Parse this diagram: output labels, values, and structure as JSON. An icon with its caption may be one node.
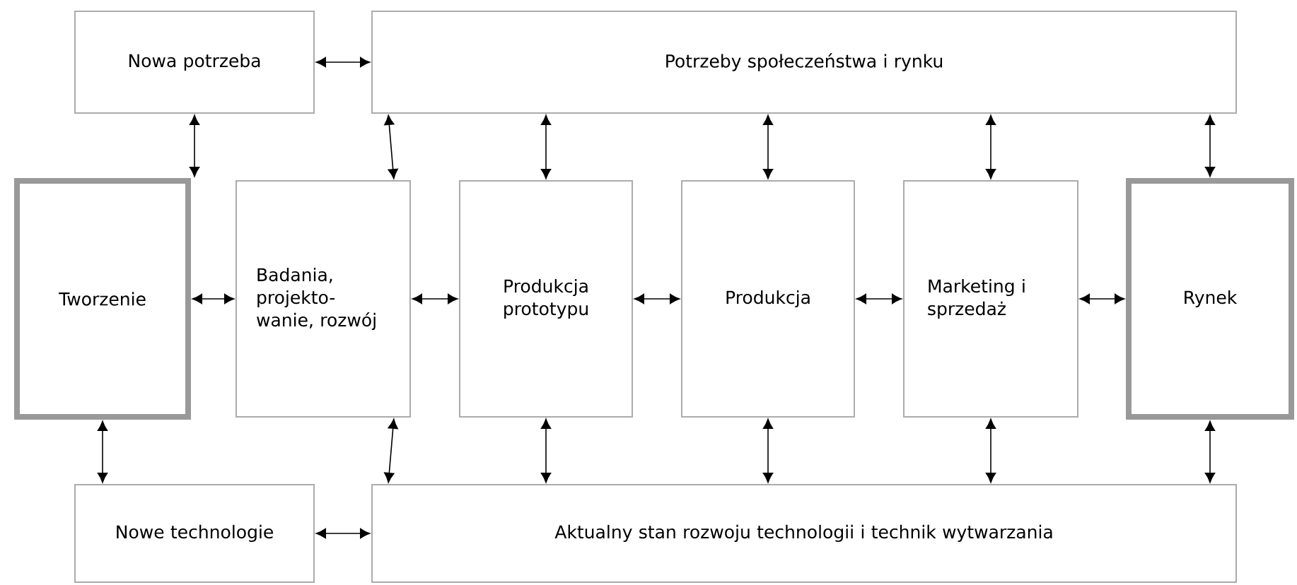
{
  "diagram": {
    "nodes": [
      {
        "text": [
          "Nowa potrzeba"
        ]
      },
      {
        "text": [
          "Potrzeby społeczeństwa i rynku"
        ]
      },
      {
        "text": [
          "Tworzenie"
        ]
      },
      {
        "text": [
          "Badania, projekto- wanie, rozwój"
        ]
      },
      {
        "text": [
          "Produkcja prototypu"
        ]
      },
      {
        "text": [
          "Produkcja"
        ]
      },
      {
        "text": [
          "Marketing i sprzedaż"
        ]
      },
      {
        "text": [
          "Rynek"
        ]
      },
      {
        "text": [
          "Nowe technologie"
        ]
      },
      {
        "text": [
          "Aktualny stan rozwoju technologii i technik wytwarzania"
        ]
      }
    ],
    "edges": [
      {
        "from": 0,
        "to": 1,
        "arrow": "both"
      },
      {
        "from": 0,
        "to": 2,
        "arrow": "both"
      },
      {
        "from": 1,
        "to": 3,
        "arrow": "both"
      },
      {
        "from": 1,
        "to": 4,
        "arrow": "both"
      },
      {
        "from": 1,
        "to": 5,
        "arrow": "both"
      },
      {
        "from": 1,
        "to": 6,
        "arrow": "both"
      },
      {
        "from": 1,
        "to": 7,
        "arrow": "both"
      },
      {
        "from": 2,
        "to": 3,
        "arrow": "both"
      },
      {
        "from": 3,
        "to": 4,
        "arrow": "both"
      },
      {
        "from": 4,
        "to": 5,
        "arrow": "both"
      },
      {
        "from": 5,
        "to": 6,
        "arrow": "both"
      },
      {
        "from": 6,
        "to": 7,
        "arrow": "both"
      },
      {
        "from": 2,
        "to": 8,
        "arrow": "both"
      },
      {
        "from": 3,
        "to": 9,
        "arrow": "both"
      },
      {
        "from": 4,
        "to": 9,
        "arrow": "both"
      },
      {
        "from": 5,
        "to": 9,
        "arrow": "both"
      },
      {
        "from": 6,
        "to": 9,
        "arrow": "both"
      },
      {
        "from": 7,
        "to": 9,
        "arrow": "both"
      },
      {
        "from": 8,
        "to": 9,
        "arrow": "both"
      }
    ]
  }
}
